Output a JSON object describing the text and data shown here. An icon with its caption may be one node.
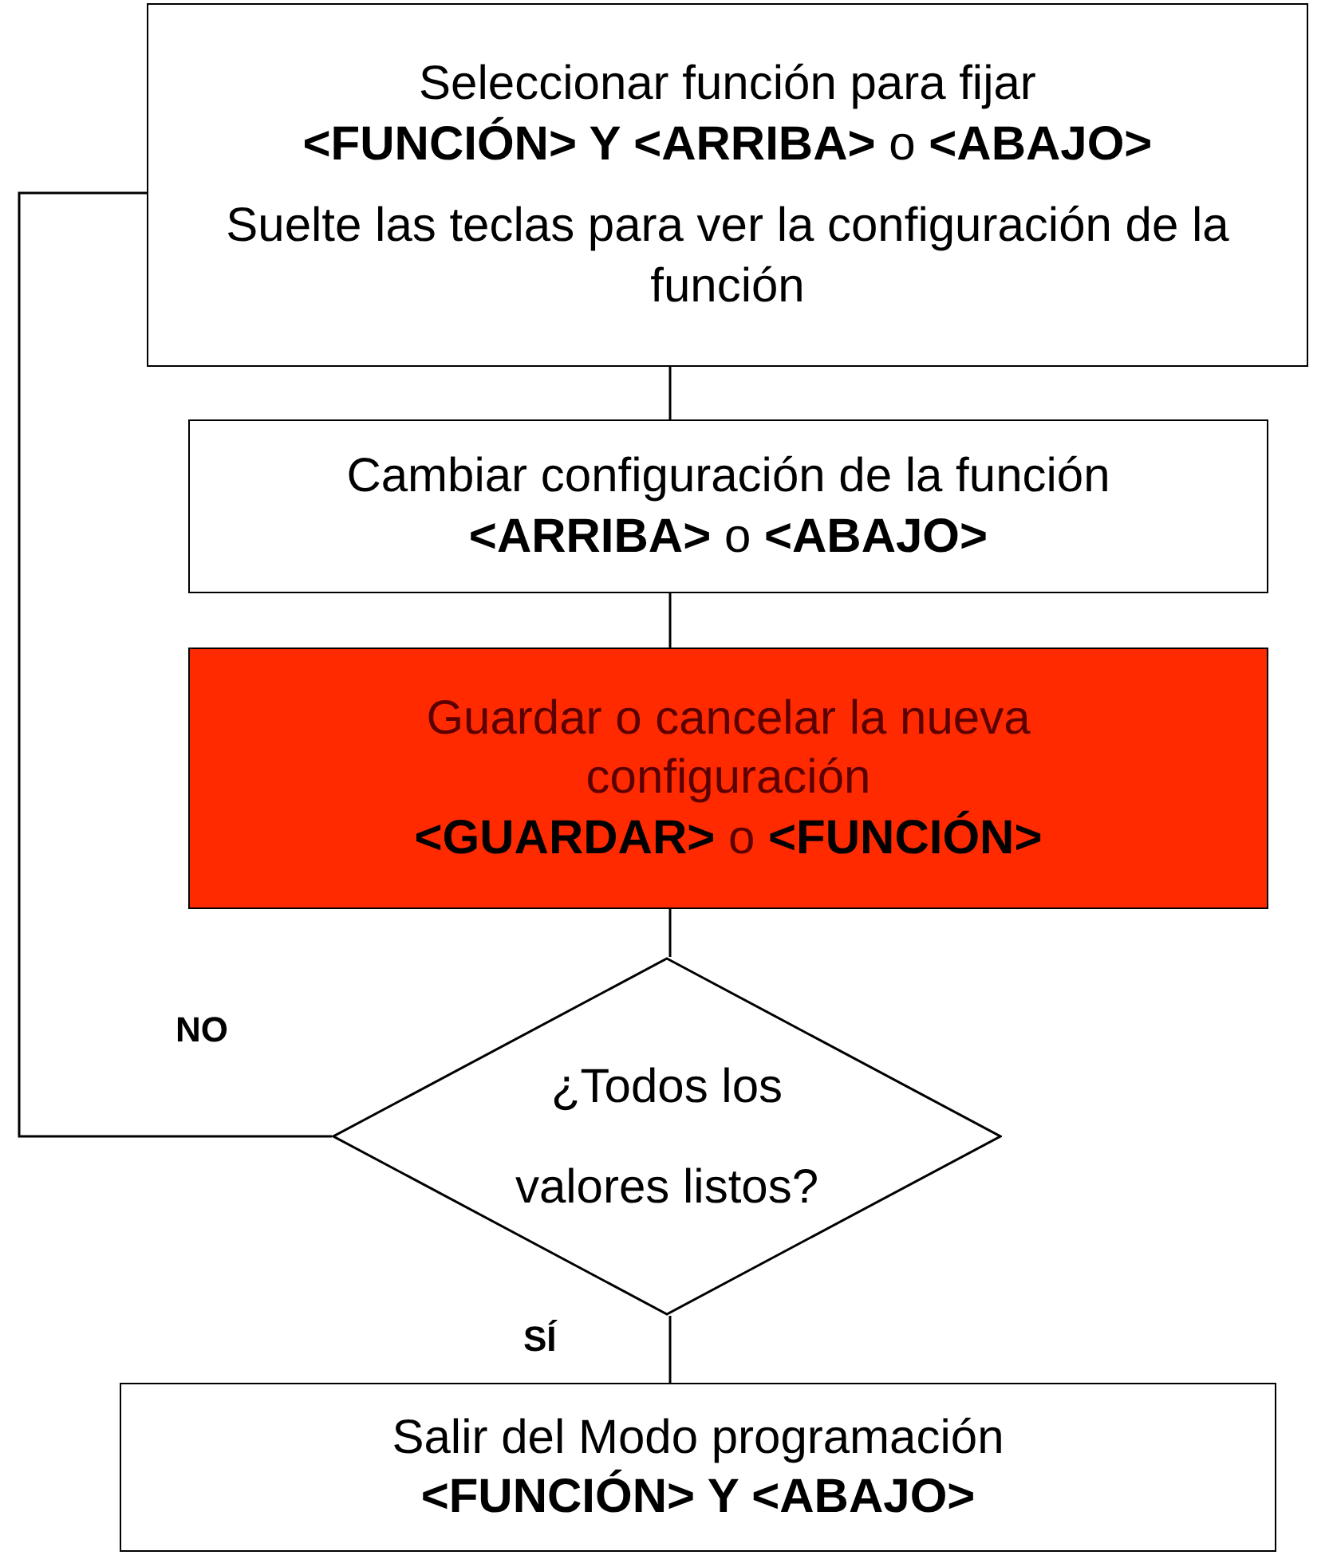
{
  "diagram": {
    "nodes": [
      {
        "text": [
          "Seleccionar función para fijar **<FUNCIÓN> Y <ARRIBA>** o **<ABAJO>**",
          "Suelte las teclas para ver la configuración de la función"
        ]
      },
      {
        "text": [
          "Cambiar configuración de la función **<ARRIBA>** o **<ABAJO>**"
        ]
      },
      {
        "text": [
          "Guardar o cancelar la nueva configuración **<GUARDAR>** o **<FUNCIÓN>**"
        ]
      },
      {
        "text": [
          "¿Todos los valores listos?"
        ]
      },
      {
        "text": [
          "Salir del Modo programación **<FUNCIÓN> Y <ABAJO>**"
        ]
      }
    ],
    "edges": [
      {
        "from": 0,
        "to": 1,
        "arrow": "none"
      },
      {
        "from": 1,
        "to": 2,
        "arrow": "none"
      },
      {
        "from": 2,
        "to": 3,
        "arrow": "none"
      },
      {
        "from": 3,
        "to": 4,
        "label": "SÍ",
        "arrow": "none"
      },
      {
        "from": 3,
        "to": 0,
        "label": "NO",
        "arrow": "none"
      }
    ]
  }
}
